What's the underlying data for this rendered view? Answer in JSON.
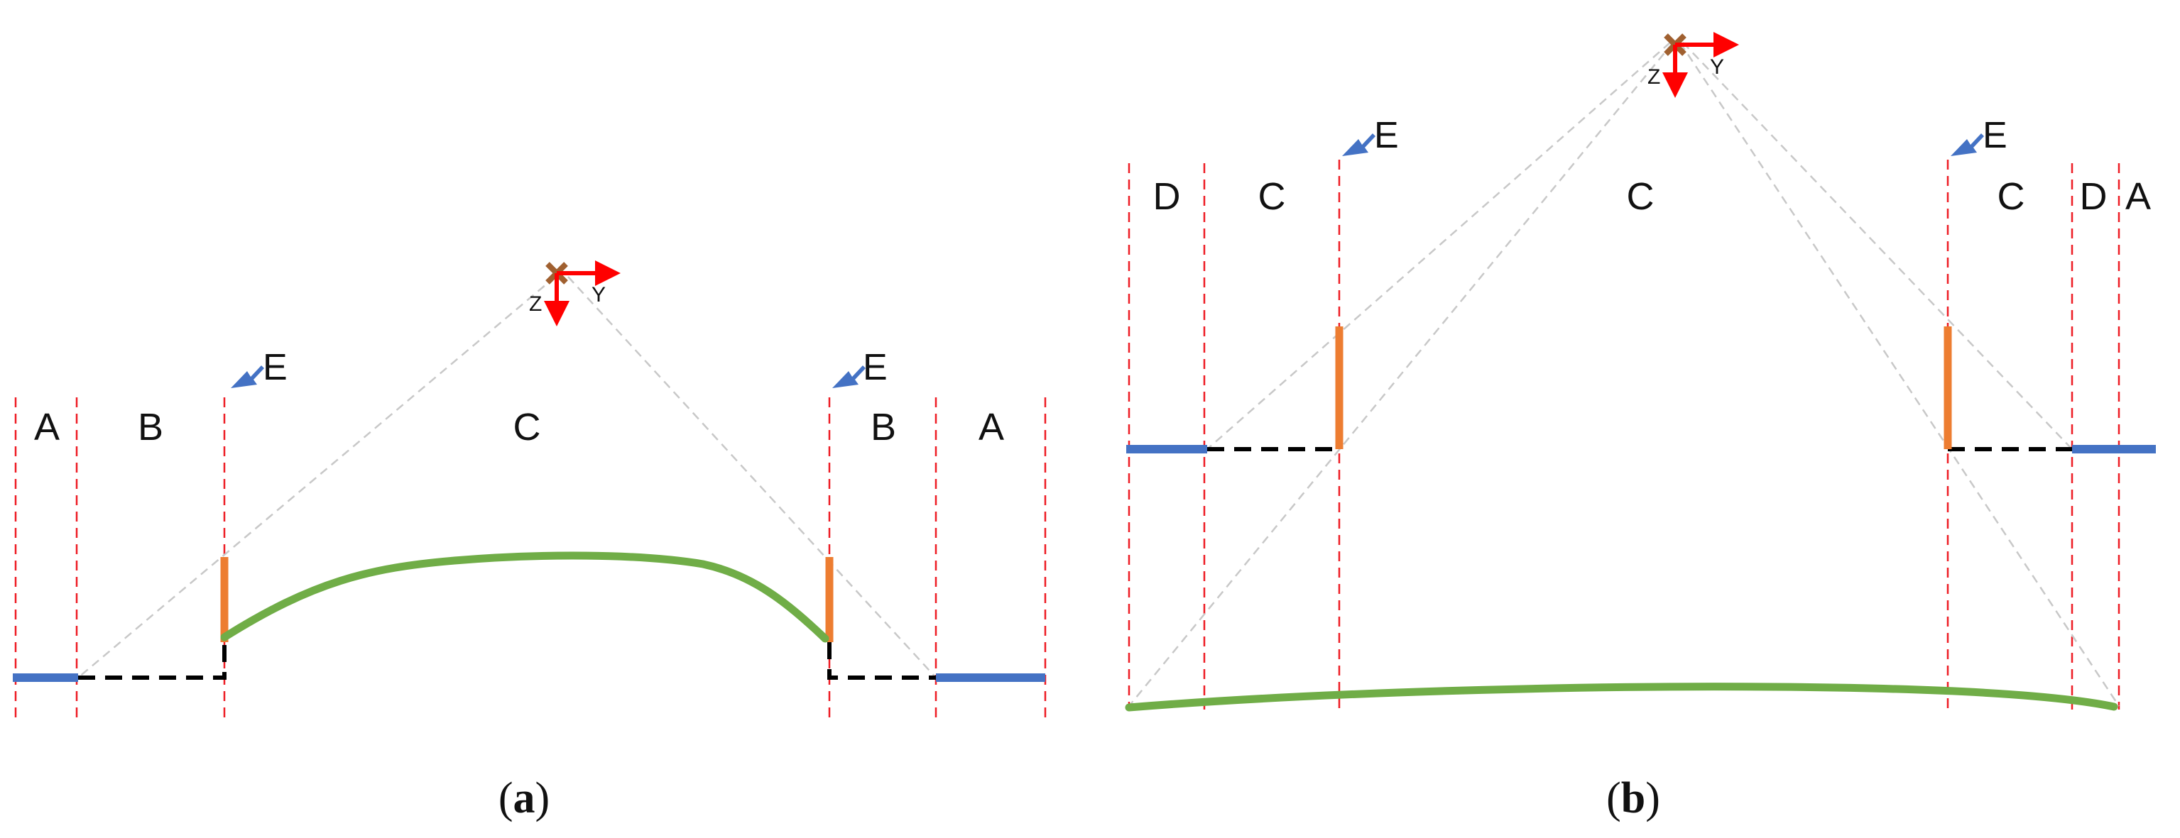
{
  "colors": {
    "separator": "#ee1c24",
    "ray": "#c8c8c8",
    "ground": "#4472c4",
    "dashed_ground": "#000000",
    "wall": "#ed7d31",
    "curve": "#70ad47",
    "axis": "#ff0000",
    "origin_x": "#a06030",
    "marker_arrow": "#4472c4"
  },
  "icons": {
    "origin": "cross-icon",
    "axes": "axis-arrows-icon",
    "pointer": "arrow-icon"
  },
  "panel_a": {
    "caption_open": "(",
    "caption_letter": "a",
    "caption_close": ")",
    "regions": [
      "A",
      "B",
      "C",
      "B",
      "A"
    ],
    "markers": [
      "E",
      "E"
    ],
    "axes": {
      "z": "Z",
      "y": "Y"
    }
  },
  "panel_b": {
    "caption_open": "(",
    "caption_letter": "b",
    "caption_close": ")",
    "regions": [
      "D",
      "C",
      "C",
      "C",
      "D",
      "A"
    ],
    "markers": [
      "E",
      "E"
    ],
    "axes": {
      "z": "Z",
      "y": "Y"
    }
  }
}
